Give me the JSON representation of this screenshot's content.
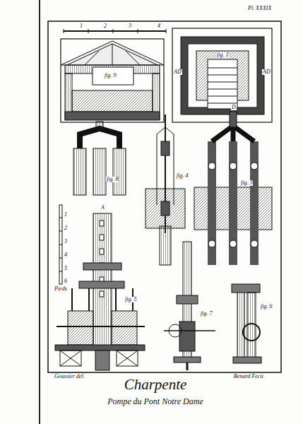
{
  "diagram": {
    "title": "Charpente",
    "caption": "Pompe du Pont Notre Dame",
    "labels": [
      "Pl. XXXIX",
      "1",
      "2",
      "3",
      "4",
      "fig. 9",
      "fig. 1",
      "AD",
      "AD",
      "D",
      "fig. 8",
      "fig. 4",
      "fig. 3",
      "A",
      "1",
      "2",
      "3",
      "4",
      "5",
      "6",
      "Pieds",
      "fig. 5",
      "fig. 7",
      "fig. 6",
      "Goussier del.",
      "Benard Fecit"
    ]
  }
}
